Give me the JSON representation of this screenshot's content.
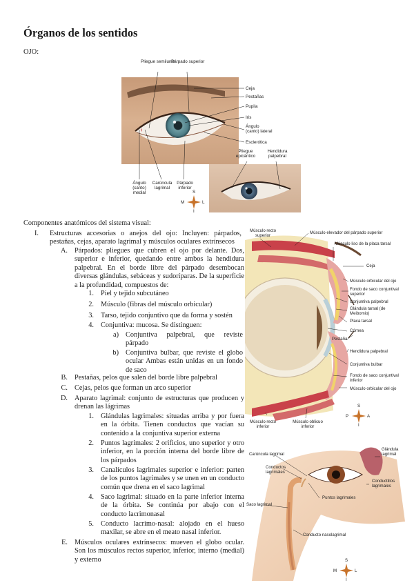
{
  "page": {
    "title": "Órganos de los sentidos",
    "section": "OJO:"
  },
  "figure1": {
    "labels": {
      "pliegue_semilunar": "Pliegue semilunar",
      "parpado_superior": "Párpado superior",
      "ceja": "Ceja",
      "pestanas": "Pestañas",
      "pupila": "Pupila",
      "iris": "Iris",
      "angulo_lateral": "Ángulo (canto) lateral",
      "esclerotica": "Esclerótica",
      "pliegue_epicantico": "Pliegue epicántico",
      "hendidura_palpebral": "Hendidura palpebral",
      "angulo_medial": "Ángulo (canto) medial",
      "caruncula": "Carúncula lagrimal",
      "parpado_inferior": "Párpado inferior"
    },
    "compass": {
      "n": "S",
      "s": "I",
      "w": "M",
      "e": "L"
    }
  },
  "intro": "Componentes anatómicos del sistema visual:",
  "outline": {
    "i_marker": "I.",
    "i_text": "Estructuras accesorias o anejos del ojo: Incluyen: párpados, pestañas, cejas, aparato lagrimal y músculos oculares extrínsecos",
    "a_marker": "A.",
    "a_text": "Párpados: pliegues que cubren el ojo por delante. Dos, superior e inferior, quedando entre ambos la hendidura palpebral. En el borde libre del párpado desembocan diversas glándulas, sebáceas y sudoríparas. De la superficie a la profundidad, compuestos de:",
    "a_items": [
      {
        "marker": "1.",
        "text": "Piel y tejido subcutáneo"
      },
      {
        "marker": "2.",
        "text": "Músculo (fibras del músculo orbicular)"
      },
      {
        "marker": "3.",
        "text": "Tarso, tejido conjuntivo que da forma y sostén"
      },
      {
        "marker": "4.",
        "text": "Conjuntiva: mucosa. Se distinguen:"
      }
    ],
    "a4_items": [
      {
        "marker": "a)",
        "text": "Conjuntiva palpebral, que reviste párpado"
      },
      {
        "marker": "b)",
        "text": "Conjuntiva bulbar, que reviste el globo ocular Ambas están unidas en un fondo de saco"
      }
    ],
    "b_marker": "B.",
    "b_text": "Pestañas, pelos que salen del borde libre palpebral",
    "c_marker": "C.",
    "c_text": "Cejas, pelos que forman un arco superior",
    "d_marker": "D.",
    "d_text": "Aparato lagrimal: conjunto de estructuras que producen y drenan las lágrimas",
    "d_items": [
      {
        "marker": "1.",
        "text": "Glándulas lagrimales: situadas arriba y por fuera en la órbita. Tienen conductos que vacían su contenido a la conjuntiva superior externa"
      },
      {
        "marker": "2.",
        "text": "Puntos lagrimales: 2 orificios, uno superior y otro inferior, en la porción interna del borde libre de los párpados"
      },
      {
        "marker": "3.",
        "text": "Canalículos lagrimales superior e inferior: parten de los puntos lagrimales y se unen en un conducto común que drena en el saco lagrimal"
      },
      {
        "marker": "4.",
        "text": "Saco lagrimal: situado en la parte inferior interna de la órbita. Se continúa por abajo con el conducto lacrimonasal"
      },
      {
        "marker": "5.",
        "text": "Conducto lacrimo-nasal: alojado en el hueso maxilar, se abre en el meato nasal inferior."
      }
    ],
    "e_marker": "E.",
    "e_text": "Músculos oculares extrínsecos: mueven el globo ocular. Son los músculos rectos superior, inferior, interno (medial) y externo"
  },
  "figure2": {
    "labels": {
      "recto_superior": "Músculo recto superior",
      "elevador": "Músculo elevador del párpado superior",
      "liso": "Músculo liso de la placa tarsal",
      "ceja": "Ceja",
      "orbicular_sup": "Músculo orbicular del ojo",
      "fondo_sup": "Fondo de saco conjuntival superior",
      "conj_palpebral": "Conjuntiva palpebral",
      "glandula_tarsal": "Glándula tarsal (de Meibomio)",
      "placa_tarsal": "Placa tarsal",
      "cornea": "Córnea",
      "pestana": "Pestaña",
      "hendidura": "Hendidura palpebral",
      "conj_bulbar": "Conjuntiva bulbar",
      "fondo_inf": "Fondo de saco conjuntival inferior",
      "orbicular_inf": "Músculo orbicular del ojo",
      "recto_inferior": "Músculo recto inferior",
      "obliquo_inferior": "Músculo oblicuo inferior"
    },
    "compass": {
      "n": "S",
      "s": "I",
      "w": "P",
      "e": "A"
    }
  },
  "figure3": {
    "labels": {
      "caruncula": "Carúncula lagrimal",
      "glandula": "Glándula lagrimal",
      "conductos": "Conductos lagrimales",
      "conductillos": "Conductillos lagrimales",
      "puntos": "Puntos lagrimales",
      "saco": "Saco lagrimal",
      "conducto_naso": "Conducto nasolagrimal"
    },
    "compass": {
      "n": "S",
      "s": "I",
      "w": "M",
      "e": "L"
    }
  }
}
